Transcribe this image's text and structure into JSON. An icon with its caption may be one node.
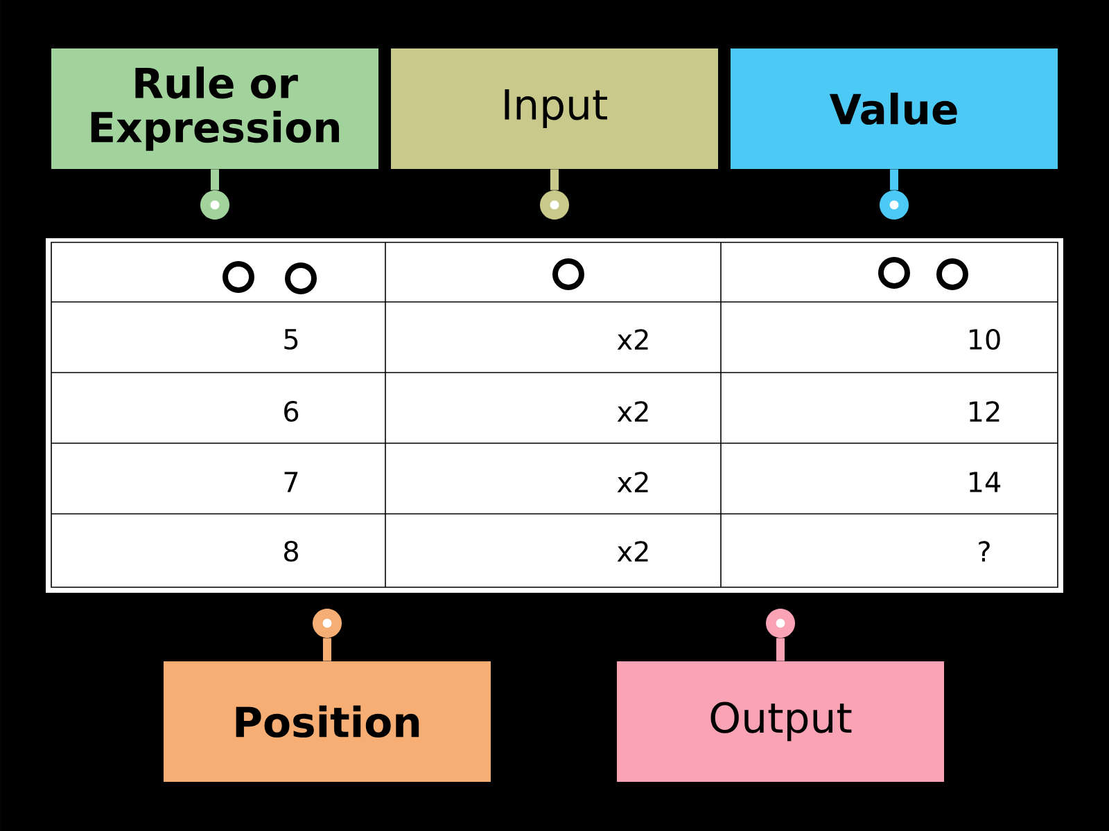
{
  "diagram": {
    "nodes": [
      {
        "text": [
          "Rule or Expression"
        ]
      },
      {
        "text": [
          "Input"
        ]
      },
      {
        "text": [
          "Value"
        ]
      },
      {
        "text": [],
        "shape": "circle"
      },
      {
        "text": [],
        "shape": "circle"
      },
      {
        "text": [],
        "shape": "circle"
      },
      {
        "text": [],
        "shape": "circle"
      },
      {
        "text": [],
        "shape": "circle"
      },
      {
        "text": [
          "Position"
        ]
      },
      {
        "text": [
          "Output"
        ]
      }
    ],
    "edges": [
      {
        "from": 0,
        "to": 3,
        "arrow": "none",
        "color": "#a3d39c"
      },
      {
        "from": 1,
        "to": 4,
        "arrow": "none",
        "color": "#c8c98a"
      },
      {
        "from": 2,
        "to": 5,
        "arrow": "none",
        "color": "#4dc9f6"
      },
      {
        "from": 8,
        "to": 6,
        "arrow": "none",
        "color": "#f6ae74"
      },
      {
        "from": 9,
        "to": 7,
        "arrow": "none",
        "color": "#f9a3b5"
      }
    ],
    "labels": [
      "5",
      "x2",
      "10",
      "6",
      "x2",
      "12",
      "7",
      "x2",
      "14",
      "8",
      "x2",
      "?"
    ]
  }
}
